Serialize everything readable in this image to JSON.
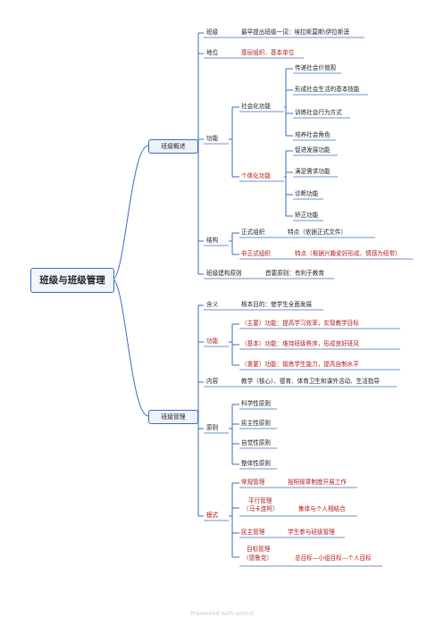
{
  "root": "班级与班级管理",
  "overview": {
    "label": "班级概述",
    "class_label": "班级",
    "class_value": "最早提出班级一词：埃拉斯莫斯\\伊拉斯谟",
    "position_label": "地位",
    "position_value": "基层组织、基本单位",
    "function_label": "功能",
    "social_label": "社会化功能",
    "social_items": [
      "传递社会价值观",
      "形成社会生活的基本技能",
      "训练社会行为方式",
      "培养社会角色"
    ],
    "individual_label": "个体化功能",
    "individual_items": [
      "促进发展功能",
      "满足需求功能",
      "诊断功能",
      "矫正功能"
    ],
    "structure_label": "结构",
    "formal_label": "正式组织",
    "formal_value": "特点（依据正式文件）",
    "informal_label": "非正式组织",
    "informal_value": "特点（根据兴趣爱好形成、情感为纽带）",
    "build_label": "班级建构原则",
    "build_value": "首要原则：有利于教育"
  },
  "management": {
    "label": "班级管理",
    "meaning_label": "含义",
    "meaning_value": "根本目的：使学生全面发展",
    "function_label": "功能",
    "function_items": [
      "（主要）功能：提高学习效率，实现教学目标",
      "（基本）功能：维持班级秩序，形成良好班风",
      "（重要）功能：锻炼学生能力，提高自制水平"
    ],
    "content_label": "内容",
    "content_value": "教学（核心）、德育、体育卫生和课外活动、生活指导",
    "principle_label": "原则",
    "principle_items": [
      "科学性原则",
      "民主性原则",
      "自觉性原则",
      "整体性原则"
    ],
    "mode_label": "模式",
    "routine_label": "常规管理",
    "routine_value": "按照规章制度开展工作",
    "parallel_label_1": "平行管理",
    "parallel_label_2": "（马卡连柯）",
    "parallel_value": "集体与个人相结合",
    "democratic_label": "民主管理",
    "democratic_value": "学生参与班级管理",
    "goal_label_1": "目标管理",
    "goal_label_2": "（德鲁克）",
    "goal_value": "总目标—小组目标—个人目标"
  },
  "watermark": "Presented with xmind",
  "colors": {
    "line": "#3a6cc0",
    "accent": "#b11a1a"
  }
}
